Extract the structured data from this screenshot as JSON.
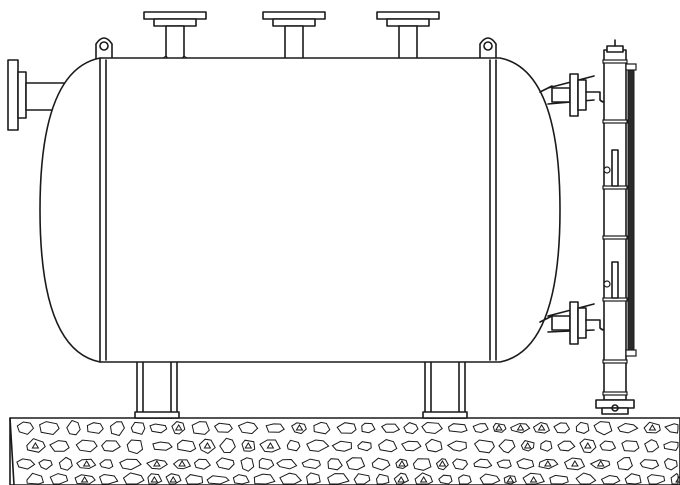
{
  "drawing": {
    "components": [
      "horizontal-tank",
      "top-nozzle",
      "side-inlet-nozzle",
      "lifting-lug",
      "saddle-support",
      "level-gauge",
      "gravel-foundation"
    ],
    "colors": {
      "line": "#1a1a1a",
      "background": "#ffffff",
      "gauge_scale": "#2a2a2a"
    }
  }
}
